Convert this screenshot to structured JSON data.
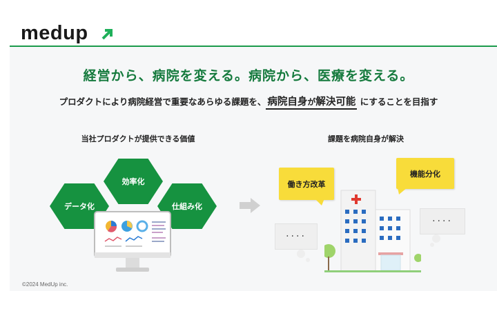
{
  "logo": {
    "text": "medup"
  },
  "headline": "経営から、病院を変える。病院から、医療を変える。",
  "subline": {
    "prefix": "プロダクトにより病院経営で重要なあらゆる課題を、",
    "em1": "病院自身",
    "ga": "が",
    "em2": "解決可能",
    "suffix": "にすることを目指す"
  },
  "left": {
    "title": "当社プロダクトが提供できる価値",
    "hex": [
      "効率化",
      "データ化",
      "仕組み化"
    ]
  },
  "right": {
    "title": "課題を病院自身が解決",
    "bubbles": [
      "働き方改革",
      "機能分化"
    ],
    "dots": "····"
  },
  "copyright": "©2024  MedUp inc.",
  "colors": {
    "green": "#169240",
    "yellow": "#f8dc3a",
    "accent_line": "#1a9a4b"
  }
}
